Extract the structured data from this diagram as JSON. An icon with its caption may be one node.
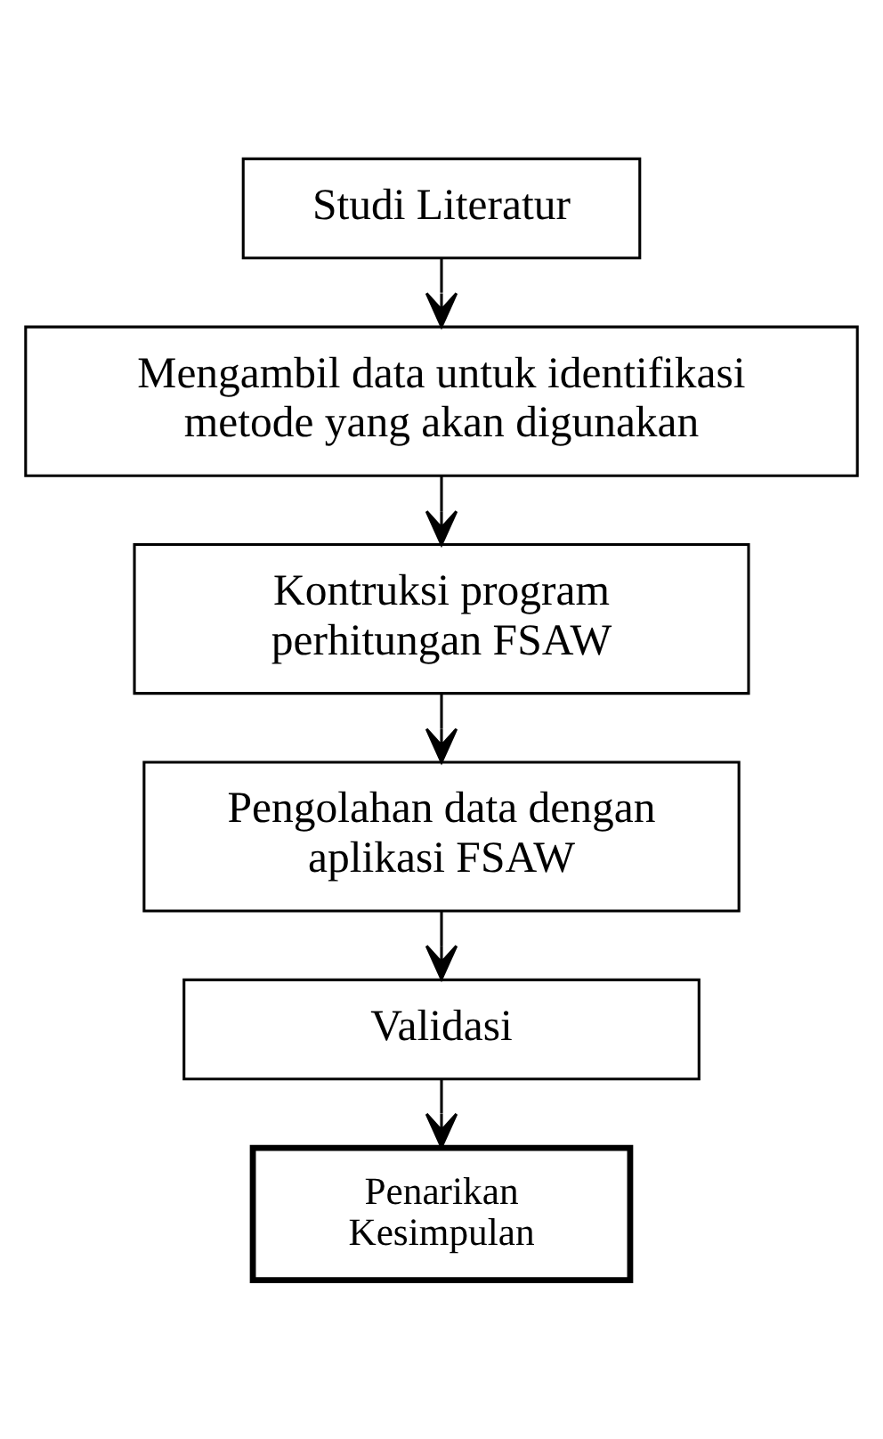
{
  "diagram": {
    "nodes": [
      {
        "text": [
          "Studi Literatur"
        ]
      },
      {
        "text": [
          "Mengambil data untuk identifikasi metode yang akan digunakan"
        ]
      },
      {
        "text": [
          "Kontruksi program perhitungan FSAW"
        ]
      },
      {
        "text": [
          "Pengolahan data dengan aplikasi FSAW"
        ]
      },
      {
        "text": [
          "Validasi"
        ]
      },
      {
        "text": [
          "Penarikan Kesimpulan"
        ]
      }
    ],
    "edges": [
      {
        "from": 0,
        "to": 1,
        "arrow": "to"
      },
      {
        "from": 1,
        "to": 2,
        "arrow": "to"
      },
      {
        "from": 2,
        "to": 3,
        "arrow": "to"
      },
      {
        "from": 3,
        "to": 4,
        "arrow": "to"
      },
      {
        "from": 4,
        "to": 5,
        "arrow": "to"
      }
    ]
  }
}
